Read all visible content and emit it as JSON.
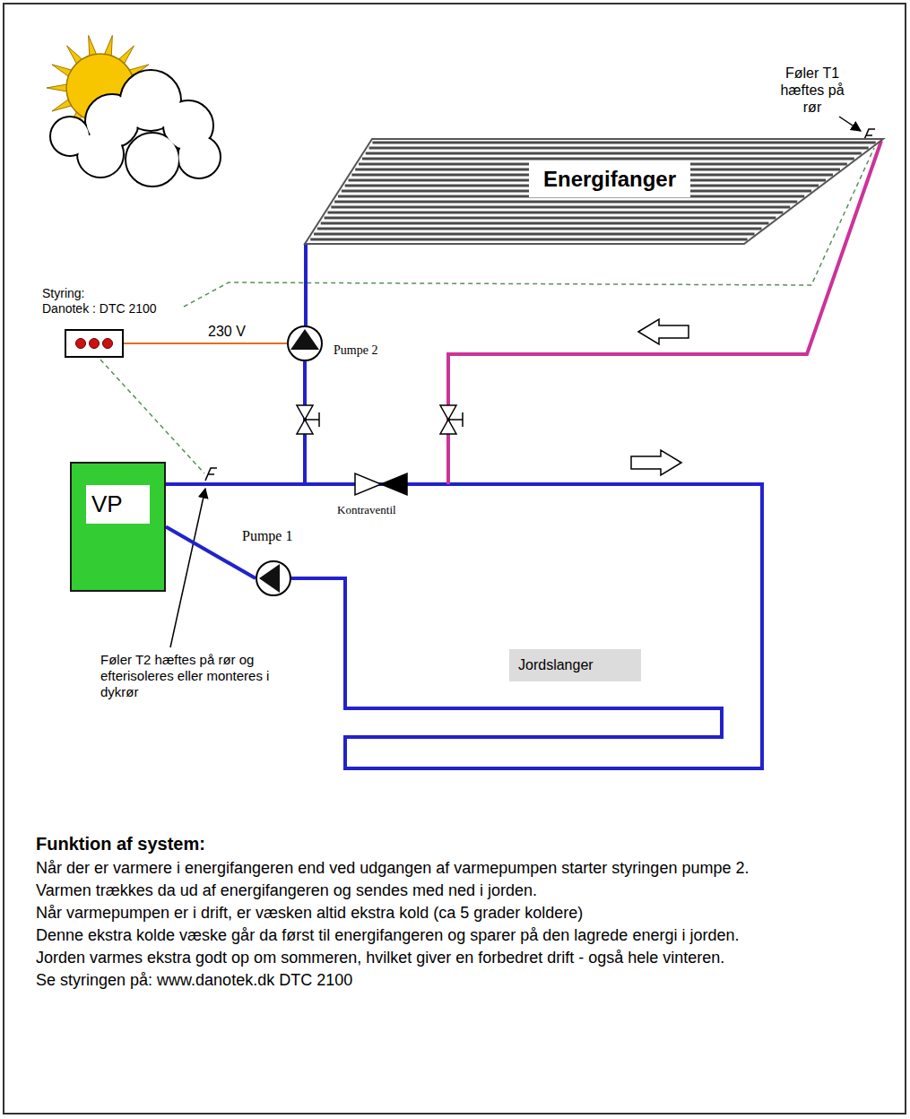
{
  "diagram": {
    "nodes": [
      {
        "text": [
          "Energifanger"
        ]
      },
      {
        "text": [
          "Styring:",
          "Danotek : DTC 2100"
        ]
      },
      {
        "text": [
          "Pumpe 2"
        ]
      },
      {
        "text": [
          "VP"
        ]
      },
      {
        "text": [
          "Pumpe 1"
        ]
      },
      {
        "text": [
          "Jordslanger"
        ]
      }
    ],
    "edges": [
      {
        "from": 1,
        "to": 2,
        "label": "230 V",
        "arrow": "none"
      },
      {
        "from": 0,
        "to": 2,
        "arrow": "none"
      },
      {
        "from": 4,
        "to": 3,
        "arrow": "none"
      }
    ],
    "labels": [
      "Føler T1 hæftes på rør",
      "Kontraventil",
      "Føler T2 hæftes på rør og efterisoleres eller monteres i dykrør",
      "Funktion af system:",
      "Når der er varmere i energifangeren end ved udgangen af varmepumpen starter styringen pumpe 2.",
      "Varmen trækkes da ud af energifangeren og sendes med ned i jorden.",
      "Når varmepumpen er i drift, er væsken altid ekstra kold (ca 5 grader koldere)",
      "Denne ekstra kolde væske går da først til energifangeren og sparer på den lagrede energi i jorden.",
      "Jorden varmes ekstra godt op om sommeren, hvilket giver en forbedret drift - også hele vinteren.",
      "Se styringen på: www.danotek.dk  DTC 2100"
    ]
  }
}
